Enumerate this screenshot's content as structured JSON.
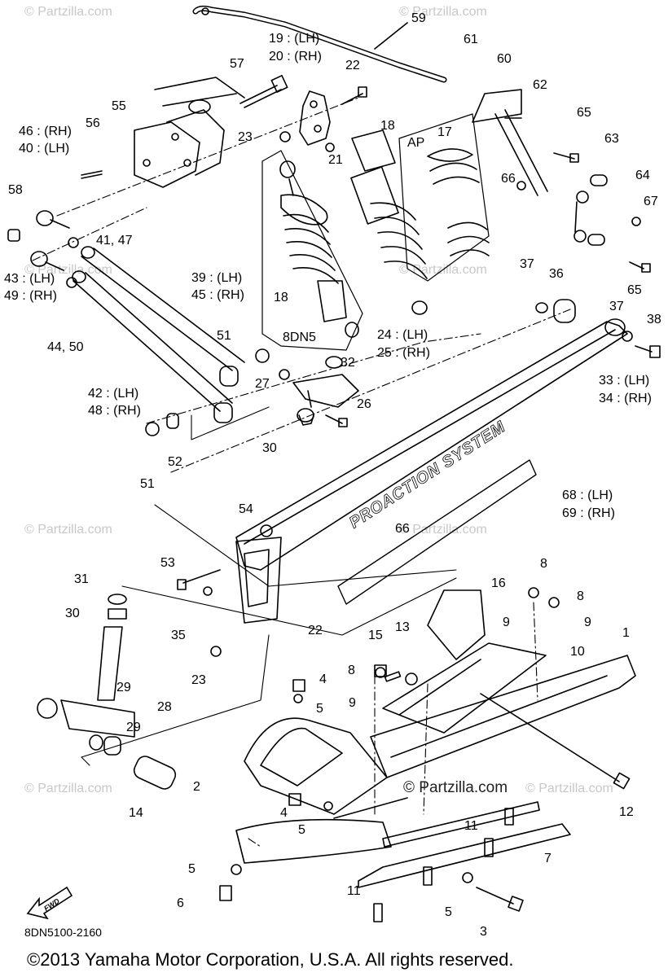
{
  "watermarks": [
    "© Partzilla.com",
    "© Partzilla.com",
    "© Partzilla.com",
    "© Partzilla.com",
    "© Partzilla.com",
    "© Partzilla.com",
    "© Partzilla.com",
    "© Partzilla.com"
  ],
  "watermark_center": "© Partzilla.com",
  "callouts": {
    "c59": "59",
    "c19_20": "19 : (LH)",
    "c20": "20 : (RH)",
    "c57": "57",
    "c22a": "22",
    "c61": "61",
    "c60": "60",
    "c62": "62",
    "c55": "55",
    "c56": "56",
    "c46": "46 : (RH)",
    "c40": "40 : (LH)",
    "c23a": "23",
    "c18a": "18",
    "c17": "17",
    "AP": "AP",
    "c21": "21",
    "c65a": "65",
    "c63": "63",
    "c58": "58",
    "c64": "64",
    "c66a": "66",
    "c67": "67",
    "c41_47": "41, 47",
    "c37a": "37",
    "c36": "36",
    "c65b": "65",
    "c43": "43 : (LH)",
    "c49": "49 : (RH)",
    "c39": "39 : (LH)",
    "c45": "45 : (RH)",
    "c18b": "18",
    "c37b": "37",
    "c38": "38",
    "c44_50": "44, 50",
    "c8DN5": "8DN5",
    "c24": "24 : (LH)",
    "c25": "25 : (RH)",
    "c51a": "51",
    "c32": "32",
    "c27": "27",
    "c33": "33 : (LH)",
    "c34": "34 : (RH)",
    "c42": "42 : (LH)",
    "c48": "48 : (RH)",
    "c26": "26",
    "c30a": "30",
    "c51b": "51",
    "c52": "52",
    "c68": "68 : (LH)",
    "c69": "69 : (RH)",
    "c54": "54",
    "c66b": "66",
    "c53": "53",
    "c8a": "8",
    "c16": "16",
    "c8b": "8",
    "c31": "31",
    "c9a": "9",
    "c9b": "9",
    "c15": "15",
    "c13": "13",
    "c10": "10",
    "c1": "1",
    "c30b": "30",
    "c35": "35",
    "c22b": "22",
    "c8c": "8",
    "c9c": "9",
    "c23b": "23",
    "c4a": "4",
    "c29a": "29",
    "c28": "28",
    "c5a": "5",
    "c29b": "29",
    "c2": "2",
    "c14": "14",
    "c12": "12",
    "c4b": "4",
    "c5b": "5",
    "c11a": "11",
    "c7": "7",
    "c5c": "5",
    "c6": "6",
    "c11b": "11",
    "c5d": "5",
    "c3": "3"
  },
  "decal_text": "PROACTION SYSTEM",
  "fwd_label": "FWD",
  "diagram_code": "8DN5100-2160",
  "copyright": "©2013 Yamaha Motor Corporation, U.S.A. All rights reserved."
}
